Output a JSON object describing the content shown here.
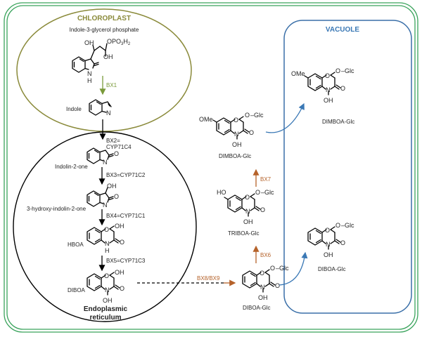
{
  "compartments": {
    "chloroplast": {
      "title": "CHLOROPLAST",
      "color": "#8a8a3a"
    },
    "vacuole": {
      "title": "VACUOLE",
      "color": "#3a6fa8"
    },
    "er": {
      "line1": "Endoplasmic",
      "line2": "reticulum"
    },
    "outer_color": "#3aa35c"
  },
  "compounds": {
    "igp": "Indole-3-glycerol phosphate",
    "indole": "Indole",
    "indolinone": "Indolin-2-one",
    "hydroxyindolinone": "3-hydroxy-indolin-2-one",
    "hboa": "HBOA",
    "diboa": "DIBOA",
    "diboa_glc": "DIBOA-Glc",
    "triboa_glc": "TRIBOA-Glc",
    "dimboa_glc": "DIMBOA-Glc",
    "vac_dimboa_glc": "DIMBOA-Glc",
    "vac_diboa_glc": "DIBOA-Glc"
  },
  "enzymes": {
    "bx1": "BX1",
    "bx2_a": "BX2=",
    "bx2_b": "CYP71C4",
    "bx3": "BX3=CYP71C2",
    "bx4": "BX4=CYP71C1",
    "bx5": "BX5=CYP71C3",
    "bx8_bx9": "BX8/BX9",
    "bx6": "BX6",
    "bx7": "BX7"
  },
  "atoms": {
    "oh": "OH",
    "ho": "HO",
    "o": "O",
    "n": "N",
    "nh": "NH",
    "h": "H",
    "ome": "OMe",
    "oglc": "O",
    "glc": "Glc",
    "opo3h2": "OPO",
    "sub3": "3",
    "h2": "H",
    "sub2": "2"
  },
  "colors": {
    "chloroplast_arrow": "#7a9a3a",
    "orange_arrow": "#b5622a",
    "blue_arrow": "#3a78b5"
  }
}
